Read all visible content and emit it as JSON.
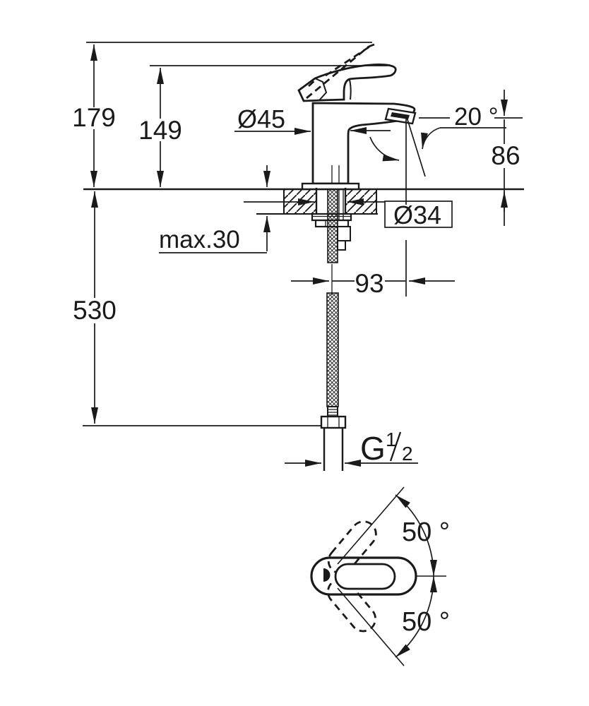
{
  "drawing": {
    "front": {
      "total_height": "179",
      "handle_height": "149",
      "body_diameter": "Ø45",
      "spout_angle": "20 °",
      "outlet_height": "86",
      "hole_diameter": "Ø34",
      "max_deck_thickness": "max.30",
      "spout_reach": "93",
      "hose_length": "530",
      "thread": {
        "g": "G",
        "num": "1",
        "den": "2"
      }
    },
    "top": {
      "swing_upper": "50 °",
      "swing_lower": "50 °"
    },
    "colors": {
      "line": "#1a1a1a",
      "background": "#ffffff"
    }
  }
}
